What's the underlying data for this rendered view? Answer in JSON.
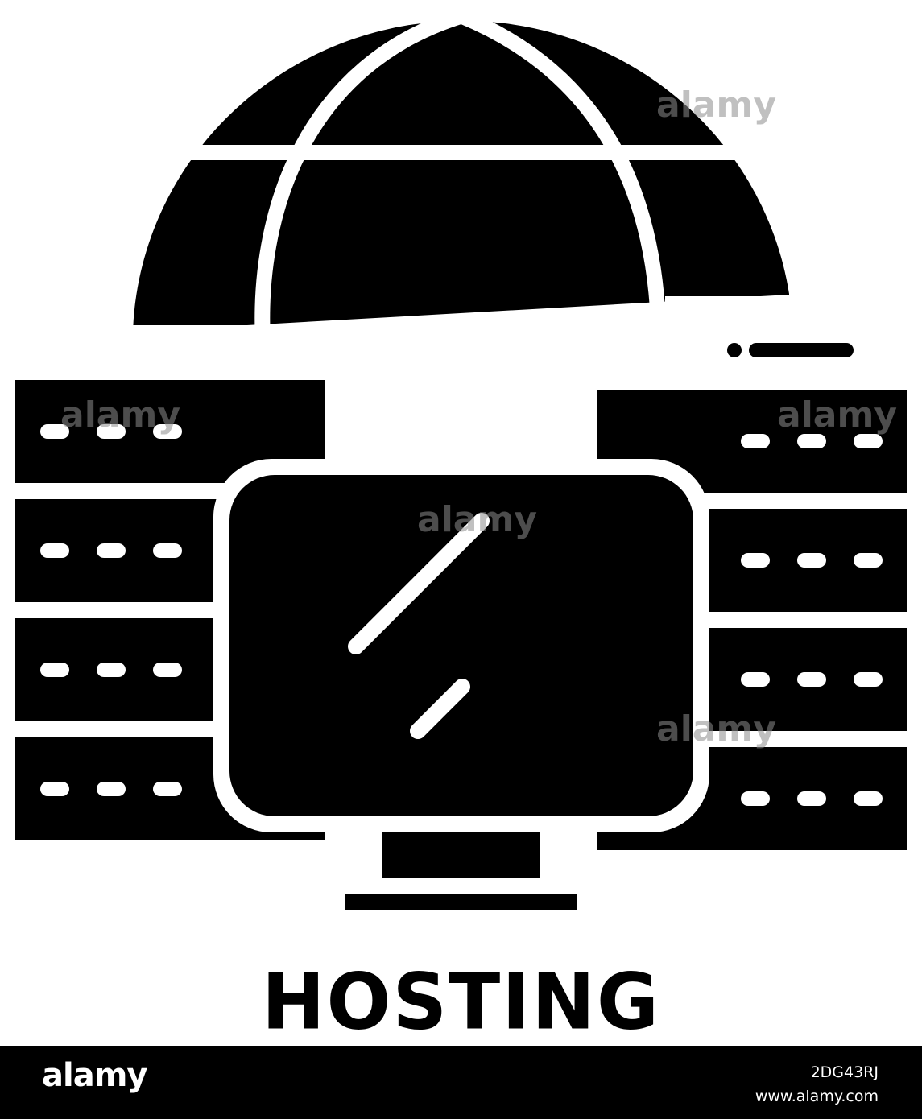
{
  "icon": {
    "name": "hosting-icon",
    "parts": [
      "globe-icon",
      "server-rack-left",
      "server-rack-right",
      "monitor-icon"
    ]
  },
  "caption": "HOSTING",
  "watermark": {
    "text": "alamy"
  },
  "footer": {
    "brand": "alamy",
    "image_id": "2DG43RJ",
    "url": "www.alamy.com"
  },
  "colors": {
    "foreground": "#000000",
    "background": "#ffffff"
  }
}
